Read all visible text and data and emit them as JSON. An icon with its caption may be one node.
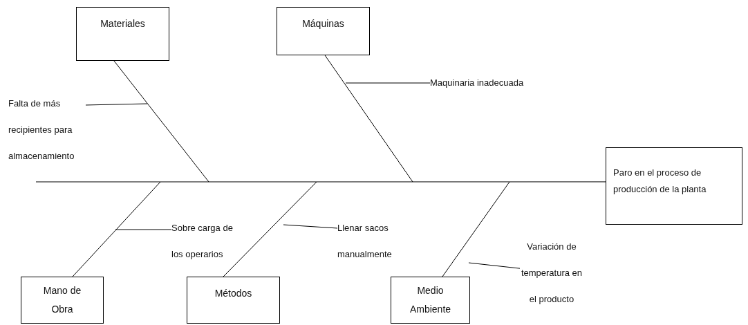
{
  "diagram": {
    "nodes": [
      {
        "text": [
          "Materiales"
        ]
      },
      {
        "text": [
          "Máquinas"
        ]
      },
      {
        "text": [
          "Maquinaria inadecuada"
        ]
      },
      {
        "text": [
          "Falta de más recipientes para almacenamiento"
        ]
      },
      {
        "text": [
          "Paro en el proceso de producción de la planta"
        ]
      },
      {
        "text": [
          "Sobre carga de los operarios"
        ]
      },
      {
        "text": [
          "Llenar sacos manualmente"
        ]
      },
      {
        "text": [
          "Variación de temperatura en el producto"
        ]
      },
      {
        "text": [
          "Mano de Obra"
        ]
      },
      {
        "text": [
          "Métodos"
        ]
      },
      {
        "text": [
          "Medio Ambiente"
        ]
      }
    ],
    "edges": [
      {
        "from": null,
        "to": 4,
        "arrow": "none"
      },
      {
        "from": 0,
        "to": null,
        "arrow": "none"
      },
      {
        "from": 1,
        "to": null,
        "arrow": "none"
      },
      {
        "from": 8,
        "to": null,
        "arrow": "none"
      },
      {
        "from": 9,
        "to": null,
        "arrow": "none"
      },
      {
        "from": 10,
        "to": null,
        "arrow": "none"
      },
      {
        "from": 3,
        "to": null,
        "arrow": "none"
      },
      {
        "from": 2,
        "to": null,
        "arrow": "none"
      },
      {
        "from": 5,
        "to": null,
        "arrow": "none"
      },
      {
        "from": 6,
        "to": null,
        "arrow": "none"
      },
      {
        "from": 7,
        "to": null,
        "arrow": "none"
      }
    ]
  }
}
